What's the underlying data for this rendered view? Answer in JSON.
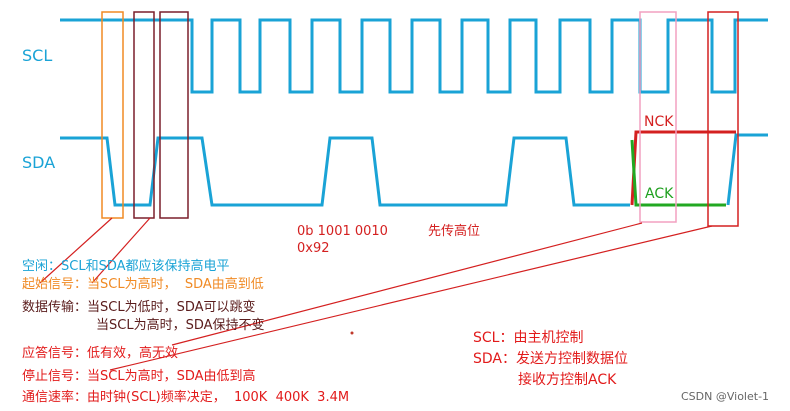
{
  "signals": {
    "scl_label": "SCL",
    "sda_label": "SDA"
  },
  "markers": {
    "nck": "NCK",
    "ack": "ACK"
  },
  "data_value": {
    "binary": "0b 1001 0010",
    "hex": "0x92",
    "note": "先传高位"
  },
  "notes": {
    "idle": "空闲：SCL和SDA都应该保持高电平",
    "start": "起始信号：当SCL为高时，  SDA由高到低",
    "transfer_1": "数据传输：当SCL为低时，SDA可以跳变",
    "transfer_2": "当SCL为高时，SDA保持不变",
    "ack": "应答信号：低有效，高无效",
    "stop": "停止信号：当SCL为高时，SDA由低到高",
    "rate": "通信速率：由时钟(SCL)频率决定，  100K  400K  3.4M"
  },
  "roles": {
    "scl": "SCL：由主机控制",
    "sda_1": "SDA：发送方控制数据位",
    "sda_2": "接收方控制ACK"
  },
  "watermark": "CSDN @Violet-1",
  "colors": {
    "signal": "#1aa3d6",
    "orange": "#f08a24",
    "dark_red": "#7a1f2b",
    "red": "#d42020",
    "pink": "#f2a0c0",
    "green": "#22a822"
  }
}
